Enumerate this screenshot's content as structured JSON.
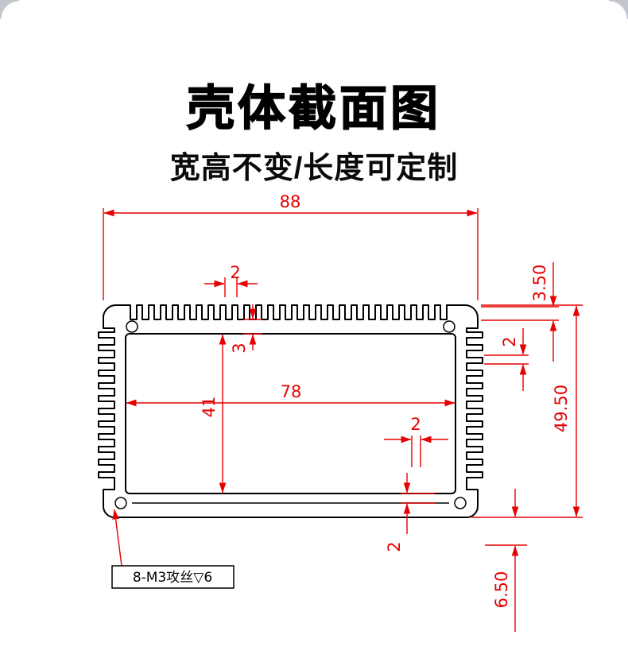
{
  "header": {
    "title": "壳体截面图",
    "subtitle": "宽高不变/长度可定制"
  },
  "drawing": {
    "colors": {
      "dimension": "#e60000",
      "outline": "#000000",
      "background": "#ffffff"
    },
    "dims": {
      "overall_width": "88",
      "overall_height": "49.50",
      "inner_width": "78",
      "inner_height": "41",
      "top_wall_thickness": "3.50",
      "top_fin_pitch": "2",
      "top_fin_depth": "3",
      "side_fin_gap": "2",
      "inner_rib_gap": "2",
      "bottom_wall_thickness": "2",
      "foot_height": "6.50",
      "tap_note": "8-M3攻丝▽6"
    }
  }
}
